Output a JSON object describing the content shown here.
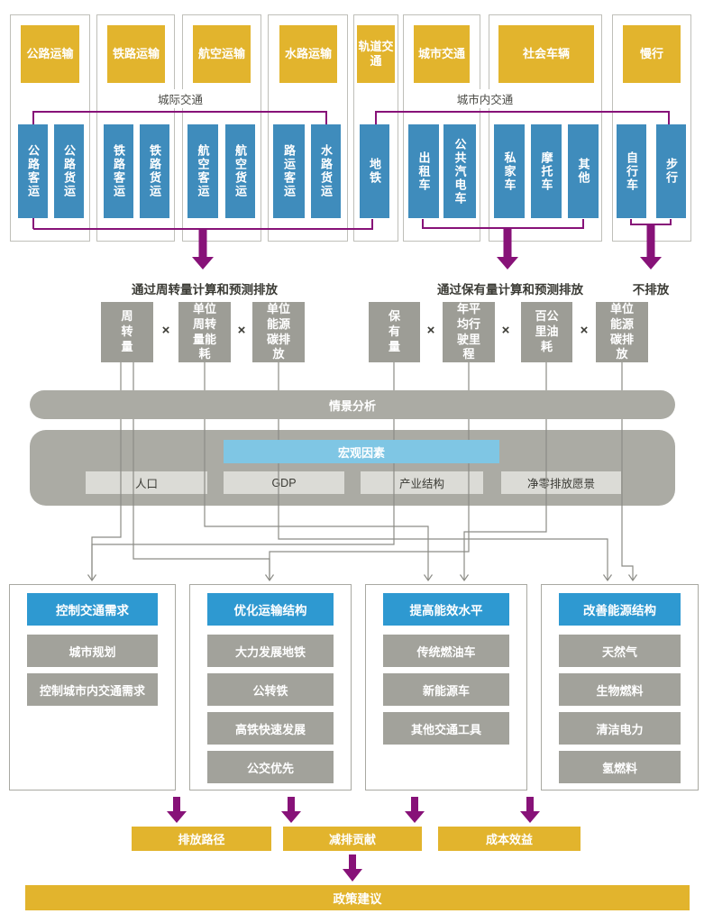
{
  "top_groups": [
    {
      "label": "公路运输",
      "items": [
        "公路客运",
        "公路货运"
      ]
    },
    {
      "label": "铁路运输",
      "items": [
        "铁路客运",
        "铁路货运"
      ]
    },
    {
      "label": "航空运输",
      "items": [
        "航空客运",
        "航空货运"
      ]
    },
    {
      "label": "水路运输",
      "items": [
        "路运客运",
        "水路货运"
      ]
    },
    {
      "label": "轨道交通",
      "items": [
        "地铁"
      ]
    },
    {
      "label": "城市交通",
      "items": [
        "出租车",
        "公共汽电车"
      ]
    },
    {
      "label": "社会车辆",
      "items": [
        "私家车",
        "摩托车",
        "其他"
      ]
    },
    {
      "label": "慢行",
      "items": [
        "自行车",
        "步行"
      ]
    }
  ],
  "bracket_labels": {
    "intercity": "城际交通",
    "urban": "城市内交通"
  },
  "emission_labels": {
    "turnover": "通过周转量计算和预测排放",
    "ownership": "通过保有量计算和预测排放",
    "none": "不排放"
  },
  "formulas": {
    "operator": "×",
    "left": [
      "周\n转\n量",
      "单位\n周转\n量能\n耗",
      "单位\n能源\n碳排\n放"
    ],
    "right": [
      "保\n有\n量",
      "年平\n均行\n驶里\n程",
      "百公\n里油\n耗",
      "单位\n能源\n碳排\n放"
    ]
  },
  "scenario": {
    "pill": "情景分析",
    "macro_bar": "宏观因素",
    "macro_factors": [
      "人口",
      "GDP",
      "产业结构",
      "净零排放愿景"
    ]
  },
  "strategies": [
    {
      "header": "控制交通需求",
      "items": [
        "城市规划",
        "控制城市内交通需求"
      ]
    },
    {
      "header": "优化运输结构",
      "items": [
        "大力发展地铁",
        "公转铁",
        "高铁快速发展",
        "公交优先"
      ]
    },
    {
      "header": "提高能效水平",
      "items": [
        "传统燃油车",
        "新能源车",
        "其他交通工具"
      ]
    },
    {
      "header": "改善能源结构",
      "items": [
        "天然气",
        "生物燃料",
        "清洁电力",
        "氢燃料"
      ]
    }
  ],
  "outputs": [
    "排放路径",
    "减排贡献",
    "成本效益"
  ],
  "policy": "政策建议",
  "colors": {
    "yellow": "#E2B42D",
    "blue_box": "#3F8CBC",
    "blue_header": "#2E99D1",
    "light_blue": "#7FC6E4",
    "purple": "#871278",
    "gray_box": "#9D9D96",
    "gray_panel": "#ABABA4",
    "light_gray_box": "#DBDBD6",
    "line_gray": "#8C8C86"
  }
}
